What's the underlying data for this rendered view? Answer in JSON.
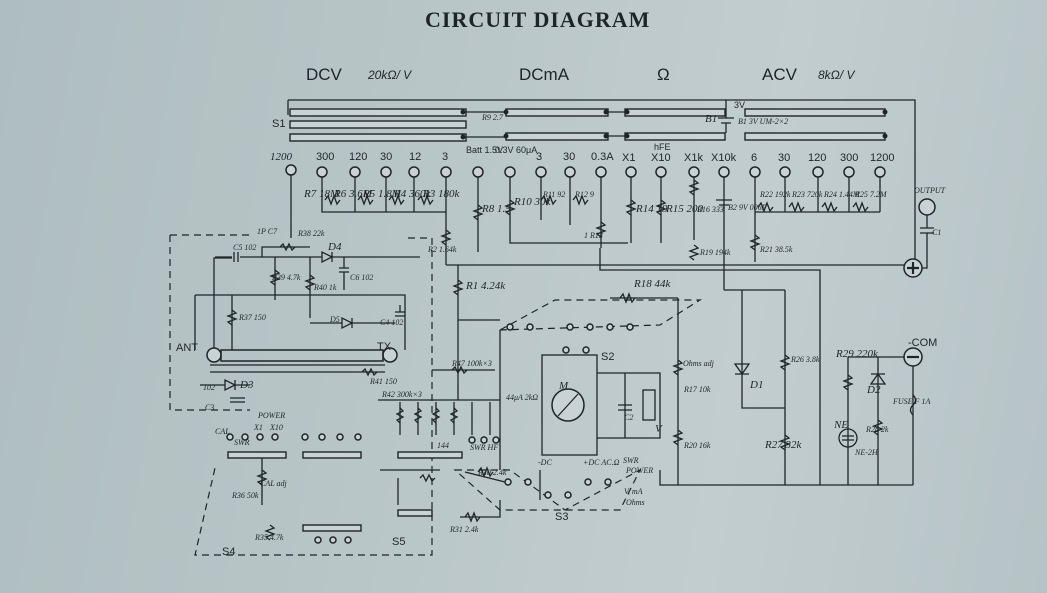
{
  "title": "CIRCUIT DIAGRAM",
  "ranges": {
    "dcv": {
      "label": "DCV",
      "sensitivity": "20kΩ/ V"
    },
    "dcma": {
      "label": "DCmA"
    },
    "ohm": {
      "label": "Ω"
    },
    "acv": {
      "label": "ACV",
      "sensitivity": "8kΩ/ V"
    }
  },
  "switch_labels": {
    "s1": "S1",
    "s2": "S2",
    "s3": "S3",
    "s4": "S4",
    "s5": "S5"
  },
  "dcv_positions": [
    "1200",
    "300",
    "120",
    "30",
    "12",
    "3"
  ],
  "dcma_positions": [
    "Batt 1.5V",
    "0.3V 60μA",
    "3",
    "30",
    "0.3A"
  ],
  "ohm_positions": [
    "X1",
    "X10",
    "X1k",
    "X10k"
  ],
  "hfe_label": "hFE",
  "acv_positions": [
    "6",
    "30",
    "120",
    "300",
    "1200"
  ],
  "resistors": {
    "r7": "R7 18M",
    "r6": "R6 3.6M",
    "r5": "R5 1.8M",
    "r4": "R4 360k",
    "r3": "R3 180k",
    "r2": "R2 1.64k",
    "r1": "R1 4.24k",
    "r8": "R8 1.5",
    "r10": "R10 30k",
    "r11": "R11 92",
    "r12": "R12 9",
    "r13": "1 R13",
    "r14": "R14 19",
    "r15": "R15 200",
    "r16": "R16 333",
    "r9": "R9 2.7",
    "r17": "R17 10k",
    "r18": "R18 44k",
    "r19": "R19 194k",
    "r20": "R20 16k",
    "r21": "R21 38.5k",
    "r22": "R22 192k",
    "r23": "R23 720k",
    "r24": "R24 1.44M",
    "r25": "R25 7.2M",
    "r26": "R26 3.8k",
    "r27": "R27 32k",
    "r28": "R28 2k",
    "r29": "R29 220k",
    "r30": "R30 2.4k",
    "r31": "R31 2.4k",
    "r36": "R36 50k",
    "r35": "R35 4.7k",
    "r37": "R37 150",
    "r38": "R38 22k",
    "r39": "R39 4.7k",
    "r40": "R40 1k",
    "r41": "R41 150",
    "r47": "R47 100k×3",
    "r42": "R42 300k×3"
  },
  "components": {
    "meter": "M",
    "meter_spec": "44μA 2kΩ",
    "ohms_adj": "Ohms adj",
    "battery1": "B1 3V UM-2×2",
    "battery2": "B2 9V 006P",
    "d1": "D1",
    "d2": "D2",
    "d3": "D3",
    "d4": "D4",
    "d5": "D5",
    "c1": "C1",
    "c2": "C2",
    "c3": "C3",
    "c4": "C4 102",
    "c5": "C5 102",
    "c6": "C6 102",
    "c7": "1P C7",
    "c3_val": "102",
    "ne": "NE",
    "ne_part": "NE-2H",
    "fuse": "FUSE F 1A",
    "output": "OUTPUT",
    "com": "-COM",
    "ant": "ANT",
    "tx": "TX",
    "power": "POWER",
    "swr": "SWR",
    "cal": "CAL",
    "x1": "X1",
    "x10": "X10",
    "cal_adj": "CAL adj",
    "swr_hf": "SWR HF",
    "hf_val": "144",
    "dc": "-DC",
    "dc_ac": "+DC AC.Ω",
    "v": "V",
    "s3_swr": "SWR",
    "s3_power": "POWER",
    "s3_v": "V, mA",
    "s3_ohms": "Ohms"
  },
  "colors": {
    "ink": "#1e2528",
    "paper": "#b9c6c8",
    "terminal": "#c9d3d5"
  }
}
